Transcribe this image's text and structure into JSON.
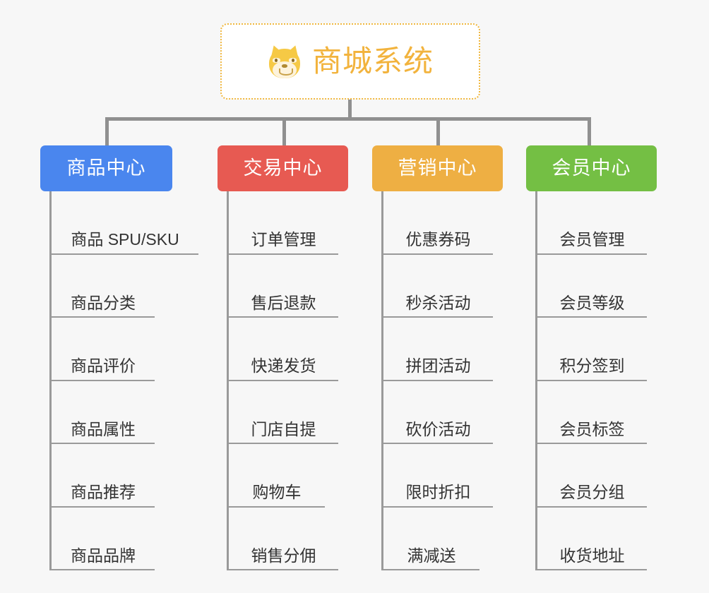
{
  "page": {
    "background_color": "#f7f7f7",
    "type": "org-chart"
  },
  "root": {
    "title": "商城系统",
    "icon": "shiba-dog-face-emoji",
    "border_color": "#f0b840",
    "text_color": "#f2b33d",
    "background_color": "#ffffff"
  },
  "connector": {
    "color": "#909090"
  },
  "branches": [
    {
      "label": "商品中心",
      "color": "#4a86ee",
      "children": [
        "商品 SPU/SKU",
        "商品分类",
        "商品评价",
        "商品属性",
        "商品推荐",
        "商品品牌"
      ]
    },
    {
      "label": "交易中心",
      "color": "#e75a52",
      "children": [
        "订单管理",
        "售后退款",
        "快递发货",
        "门店自提",
        "购物车",
        "销售分佣"
      ]
    },
    {
      "label": "营销中心",
      "color": "#eeaf43",
      "children": [
        "优惠券码",
        "秒杀活动",
        "拼团活动",
        "砍价活动",
        "限时折扣",
        "满减送"
      ]
    },
    {
      "label": "会员中心",
      "color": "#74bf44",
      "children": [
        "会员管理",
        "会员等级",
        "积分签到",
        "会员标签",
        "会员分组",
        "收货地址"
      ]
    }
  ]
}
